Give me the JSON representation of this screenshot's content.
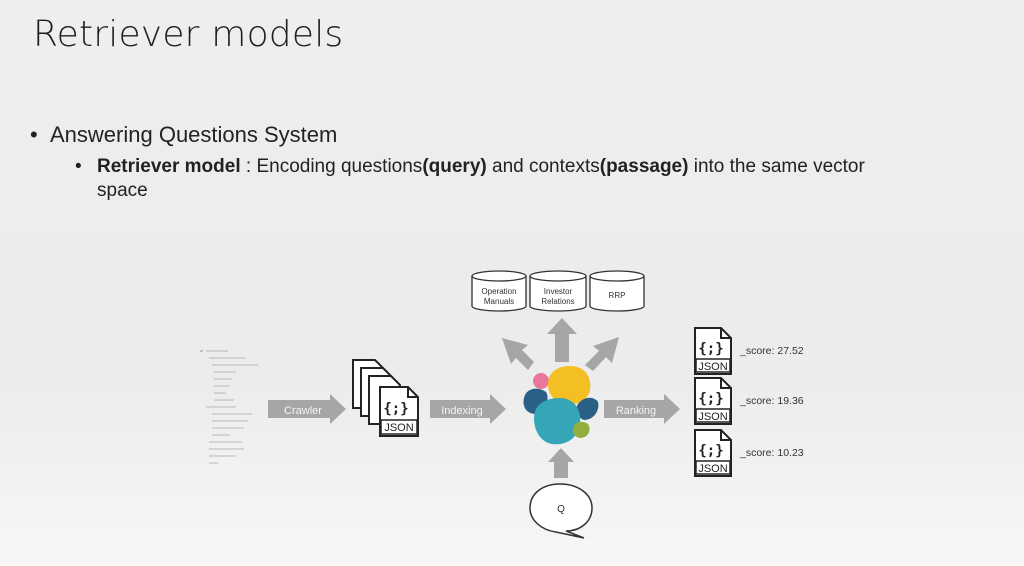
{
  "slide": {
    "title": "Retriever models",
    "bullet_main": "Answering Questions System",
    "sub_bullet": {
      "term": "Retriever model",
      "sep": " : Encoding questions",
      "query": "(query)",
      "mid": " and contexts",
      "passage": "(passage)",
      "end": " into the same vector space"
    }
  },
  "diagram": {
    "databases": [
      "Operation Manuals",
      "Investor Relations",
      "RRP"
    ],
    "db_lines": [
      [
        "Operation",
        "Manuals"
      ],
      [
        "Investor",
        "Relations"
      ],
      [
        "RRP"
      ]
    ],
    "arrows": {
      "crawler": "Crawler",
      "indexing": "Indexing",
      "ranking": "Ranking"
    },
    "json_label": "JSON",
    "json_brace": "{;}",
    "query_label": "Q",
    "results": [
      {
        "score": "_score: 27.52"
      },
      {
        "score": "_score: 19.36"
      },
      {
        "score": "_score: 10.23"
      }
    ],
    "colors": {
      "yellow": "#f4bf22",
      "teal": "#35a5b8",
      "navy": "#2a5f86",
      "pink": "#e8779b",
      "olive": "#93ad3f",
      "arrow_gray": "#a6a6a6"
    }
  }
}
